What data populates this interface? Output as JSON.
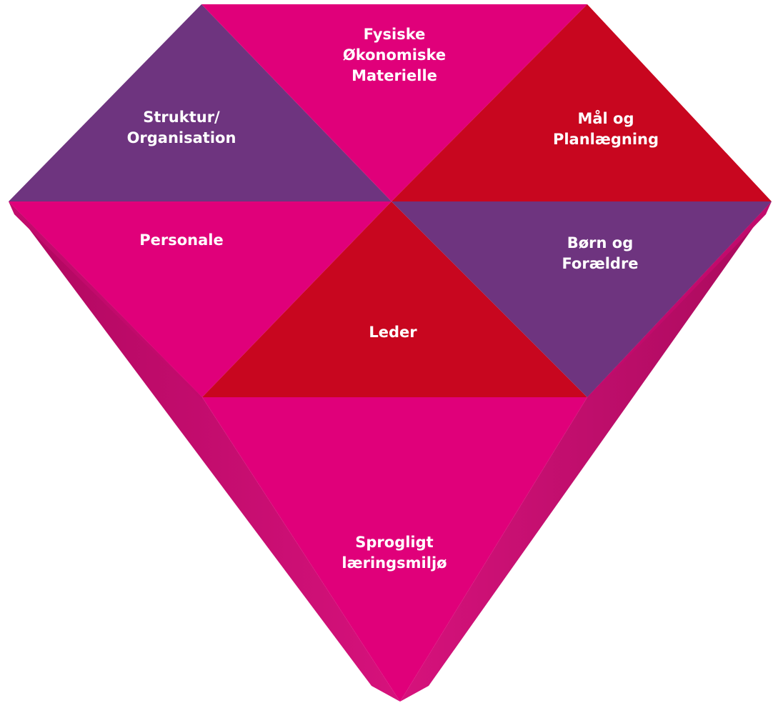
{
  "colors": {
    "magenta": "#E0007A",
    "purple": "#6E347F",
    "red": "#C8061F",
    "shadow": "#B30A5F",
    "text": "#FFFFFF"
  },
  "segments": {
    "fysiske": {
      "line1": "Fysiske",
      "line2": "Økonomiske",
      "line3": "Materielle"
    },
    "struktur": {
      "line1": "Struktur/",
      "line2": "Organisation"
    },
    "maal": {
      "line1": "Mål og",
      "line2": "Planlægning"
    },
    "personale": {
      "line1": "Personale"
    },
    "boern": {
      "line1": "Børn og",
      "line2": "Forældre"
    },
    "leder": {
      "line1": "Leder"
    },
    "sprogligt": {
      "line1": "Sprogligt",
      "line2": "læringsmiljø"
    }
  }
}
